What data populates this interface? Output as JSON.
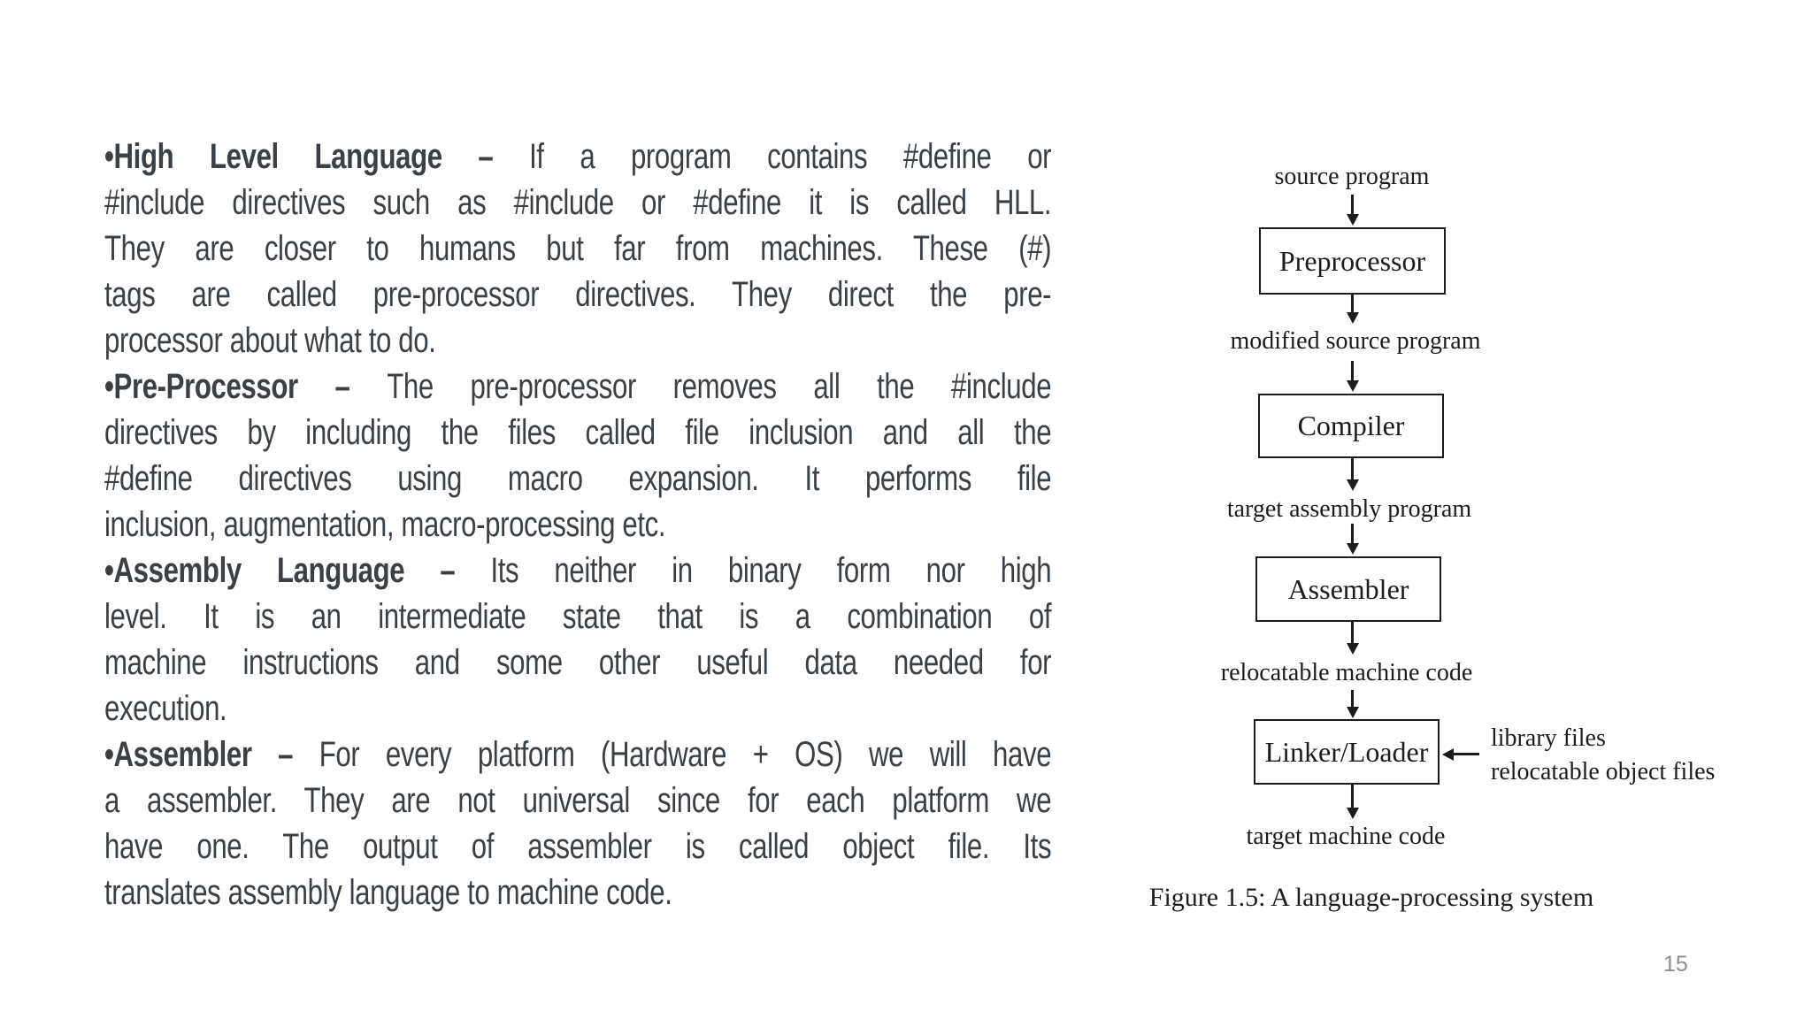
{
  "slide": {
    "page_number": "15",
    "text_color": "#3b4045",
    "ink_color": "#1c1c1c"
  },
  "content": {
    "lines": [
      {
        "bold": "•High Level Language – ",
        "text": "If a program contains #define or"
      },
      {
        "text": "#include directives such as #include or #define it is called HLL."
      },
      {
        "text": "They are closer to humans but far from machines. These (#)"
      },
      {
        "text": "tags are called pre-processor directives. They direct the pre-"
      },
      {
        "text": "processor about what to do."
      },
      {
        "bold": "•Pre-Processor – ",
        "text": "The pre-processor removes all the #include"
      },
      {
        "text": "directives by including the files called file inclusion and all the"
      },
      {
        "text": "#define directives using macro expansion. It performs file"
      },
      {
        "text": "inclusion, augmentation, macro-processing etc."
      },
      {
        "bold": "•Assembly Language – ",
        "text": "Its neither in binary form nor high"
      },
      {
        "text": "level. It is an intermediate state that is a combination of"
      },
      {
        "text": "machine instructions and some other useful data needed for"
      },
      {
        "text": "execution."
      },
      {
        "bold": "•Assembler – ",
        "text": "For every platform (Hardware + OS) we will have"
      },
      {
        "text": "a assembler. They are not universal since for each platform we"
      },
      {
        "text": "have one. The output of assembler is called object file. Its"
      },
      {
        "text": "translates assembly language to machine code."
      }
    ]
  },
  "diagram": {
    "labels": {
      "input": "source program",
      "after_preprocessor": "modified source program",
      "after_compiler": "target assembly program",
      "after_assembler": "relocatable machine code",
      "output": "target machine code"
    },
    "boxes": {
      "preprocessor": "Preprocessor",
      "compiler": "Compiler",
      "assembler": "Assembler",
      "linker": "Linker/Loader"
    },
    "side_inputs": {
      "line1": "library files",
      "line2": "relocatable object files"
    },
    "caption": "Figure 1.5: A language-processing system"
  }
}
